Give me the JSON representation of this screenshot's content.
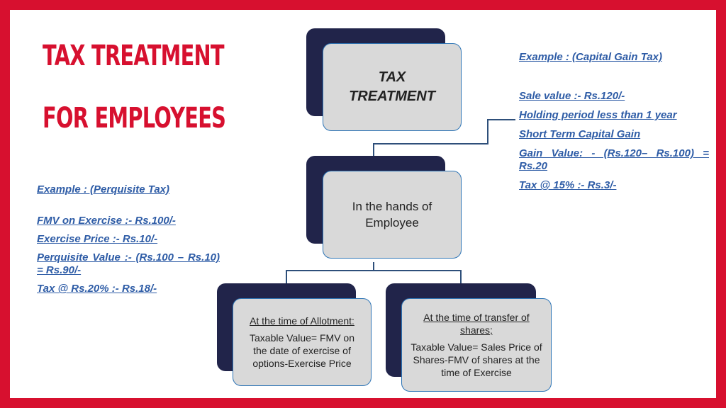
{
  "title": {
    "line1": "TAX TREATMENT",
    "line2": "FOR EMPLOYEES"
  },
  "left_example": {
    "heading": "Example :  (Perquisite Tax)",
    "lines": [
      "FMV on Exercise :- Rs.100/-",
      "Exercise Price :- Rs.10/-",
      "Perquisite   Value   :-   (Rs.100   – Rs.10) = Rs.90/-",
      "Tax @  Rs.20% :- Rs.18/-"
    ]
  },
  "right_example": {
    "heading": "Example :  (Capital Gain Tax)",
    "lines": [
      "Sale value :- Rs.120/-",
      "Holding period less than 1 year",
      "Short Term Capital Gain",
      "Gain  Value:  -  (Rs.120– Rs.100)  = Rs.20",
      "Tax @ 15% :- Rs.3/-"
    ]
  },
  "diagram": {
    "top": {
      "line1": "TAX",
      "line2": "TREATMENT"
    },
    "middle": {
      "line1": "In the hands of",
      "line2": "Employee"
    },
    "left_leaf": {
      "heading": "At the time of Allotment:",
      "body": "Taxable Value= FMV on the date of exercise of options-Exercise Price"
    },
    "right_leaf": {
      "heading": "At the time of transfer of shares;",
      "body": "Taxable Value= Sales Price of Shares-FMV of shares at the time of Exercise"
    }
  },
  "colors": {
    "frame": "#d7102f",
    "link_text": "#2e5ca6",
    "node_dark": "#21244a",
    "node_light": "#d9d9d9",
    "node_border": "#2e75b6"
  }
}
